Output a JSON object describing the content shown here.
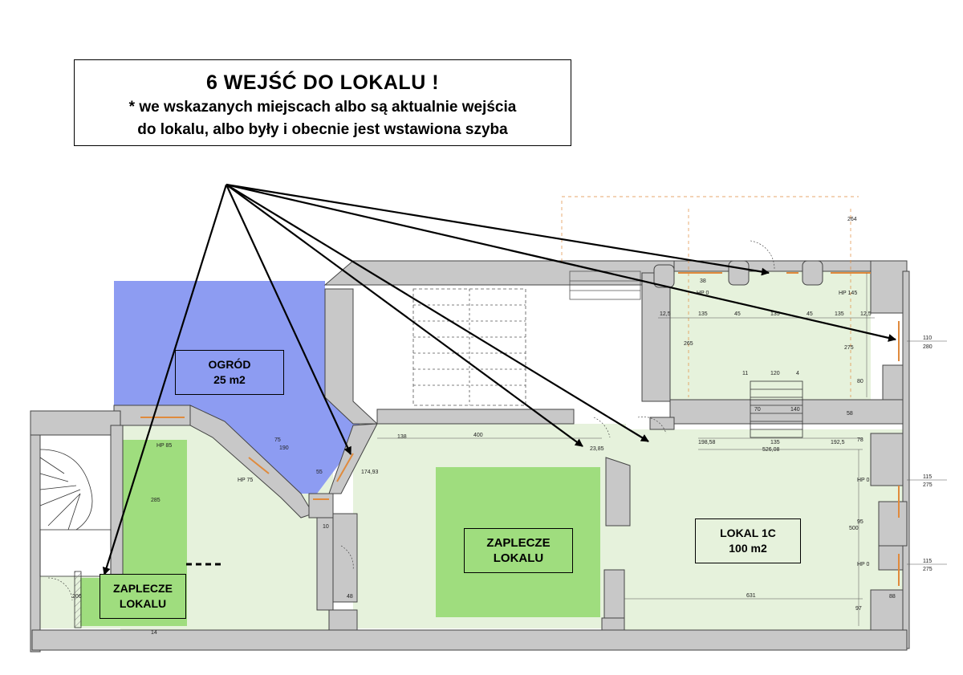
{
  "header": {
    "title": "6  WEJŚĆ DO LOKALU !",
    "line1": "* we wskazanych miejscach albo są aktualnie wejścia",
    "line2": "do lokalu, albo były i obecnie jest wstawiona szyba"
  },
  "rooms": {
    "garden": {
      "name": "OGRÓD",
      "area": "25 m2"
    },
    "backroom_center": {
      "line1": "ZAPLECZE",
      "line2": "LOKALU"
    },
    "backroom_left": {
      "line1": "ZAPLECZE",
      "line2": "LOKALU"
    },
    "unit": {
      "name": "LOKAL 1C",
      "area": "100 m2"
    }
  },
  "dimensions": [
    "400",
    "198,58",
    "135",
    "192,5",
    "526,08",
    "631",
    "500",
    "12,5",
    "45",
    "110",
    "280",
    "115",
    "275",
    "58",
    "78",
    "88",
    "97",
    "120",
    "70",
    "140",
    "265",
    "275",
    "23,85",
    "174,93",
    "138",
    "48",
    "10",
    "285",
    "75",
    "190",
    "55",
    "HP 0",
    "HP 145",
    "HP 75",
    "HP 85",
    "264",
    "38",
    "11",
    "4",
    "80",
    "95",
    "14",
    "206"
  ],
  "colors": {
    "garden": "#8d9cf2",
    "light_green": "#e6f2dc",
    "green": "#9fdd7e",
    "walls": "#c8c8c8",
    "arrows": "#000000"
  },
  "entrances_count": 6
}
